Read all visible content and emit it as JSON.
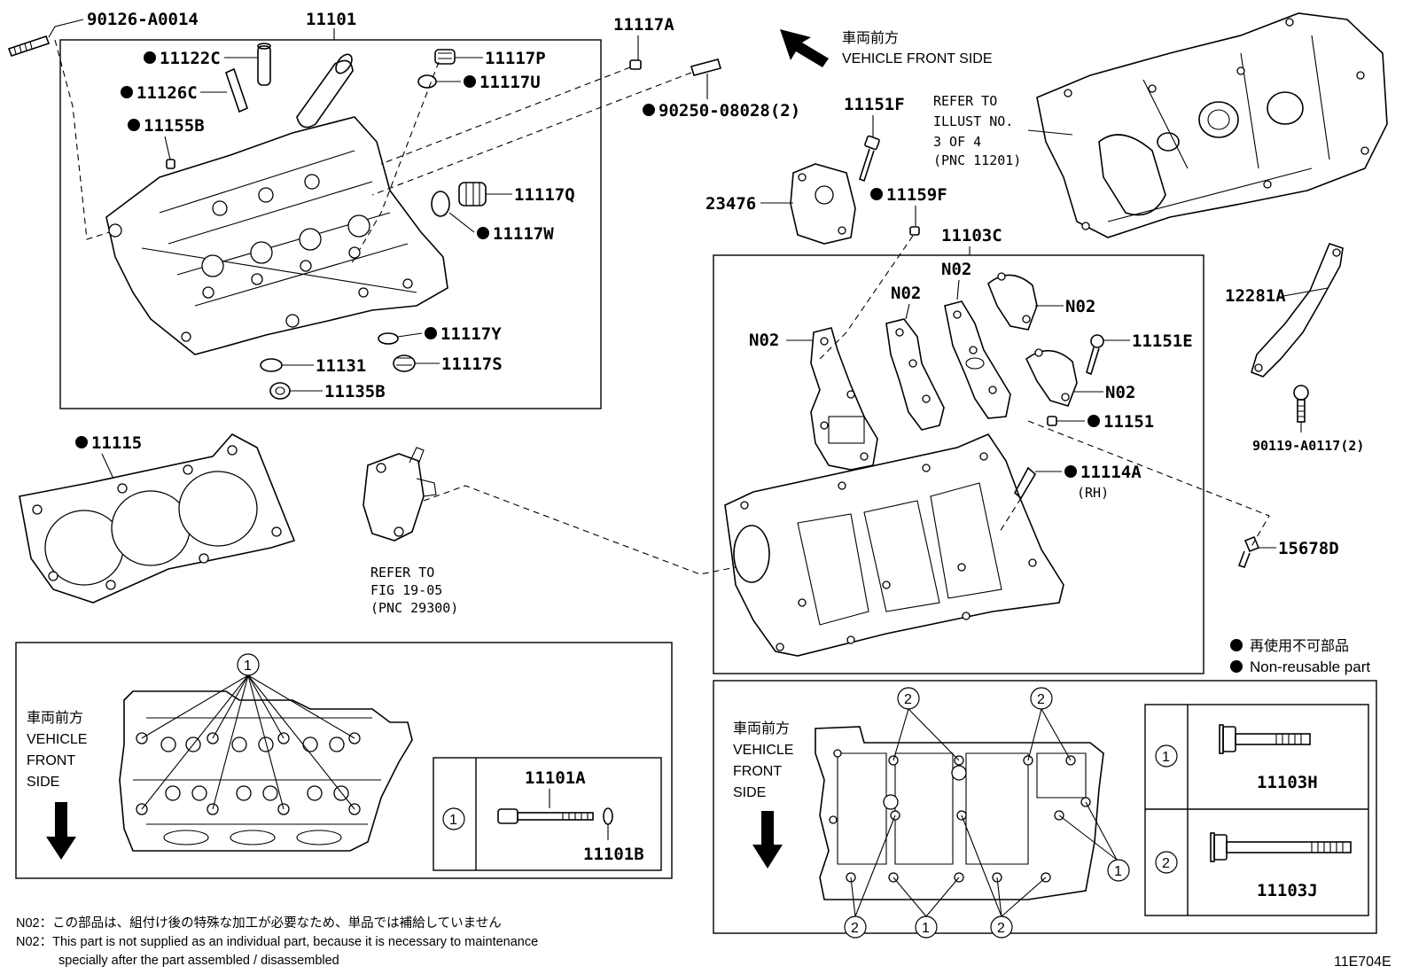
{
  "header": {
    "front_jp": "車両前方",
    "front_en": "VEHICLE FRONT SIDE"
  },
  "labels": {
    "p90126": "90126-A0014",
    "p11101": "11101",
    "p11117A": "11117A",
    "p11122C": "11122C",
    "p11117P": "11117P",
    "p11126C": "11126C",
    "p11117U": "11117U",
    "p90250": "90250-08028(2)",
    "p11155B": "11155B",
    "p11117Q": "11117Q",
    "p11117W": "11117W",
    "p11117Y": "11117Y",
    "p11131": "11131",
    "p11117S": "11117S",
    "p11135B": "11135B",
    "p11115": "11115",
    "p11151F": "11151F",
    "p23476": "23476",
    "p11159F": "11159F",
    "p11103C": "11103C",
    "p12281A": "12281A",
    "p90119": "90119-A0117(2)",
    "p11151E": "11151E",
    "p11151": "11151",
    "p11114A": "11114A",
    "rh": "(RH)",
    "p15678D": "15678D",
    "n02": "N02"
  },
  "refs": {
    "illust_1": "REFER TO",
    "illust_2": "ILLUST NO.",
    "illust_3": "3 OF 4",
    "illust_4": "(PNC 11201)",
    "fig_1": "REFER TO",
    "fig_2": "FIG 19-05",
    "fig_3": "(PNC 29300)"
  },
  "legend": {
    "jp": "再使用不可部品",
    "en": "Non-reusable part"
  },
  "bottom_left": {
    "front_jp": "車両前方",
    "front_en_1": "VEHICLE",
    "front_en_2": "FRONT",
    "front_en_3": "SIDE",
    "callout": "1",
    "table": {
      "row_num": "1",
      "bolt": "11101A",
      "washer": "11101B"
    }
  },
  "bottom_right": {
    "front_jp": "車両前方",
    "front_en_1": "VEHICLE",
    "front_en_2": "FRONT",
    "front_en_3": "SIDE",
    "callout_1": "1",
    "callout_2": "2",
    "table": {
      "row1_num": "1",
      "row1_part": "11103H",
      "row2_num": "2",
      "row2_part": "11103J"
    }
  },
  "footnote": {
    "line_jp": "N02：この部品は、組付け後の特殊な加工が必要なため、単品では補給していません",
    "line_en_1": "N02：This part is not supplied as an individual part, because it is necessary to maintenance",
    "line_en_2": "specially after the part assembled / disassembled"
  },
  "illustration_code": "11E704E"
}
